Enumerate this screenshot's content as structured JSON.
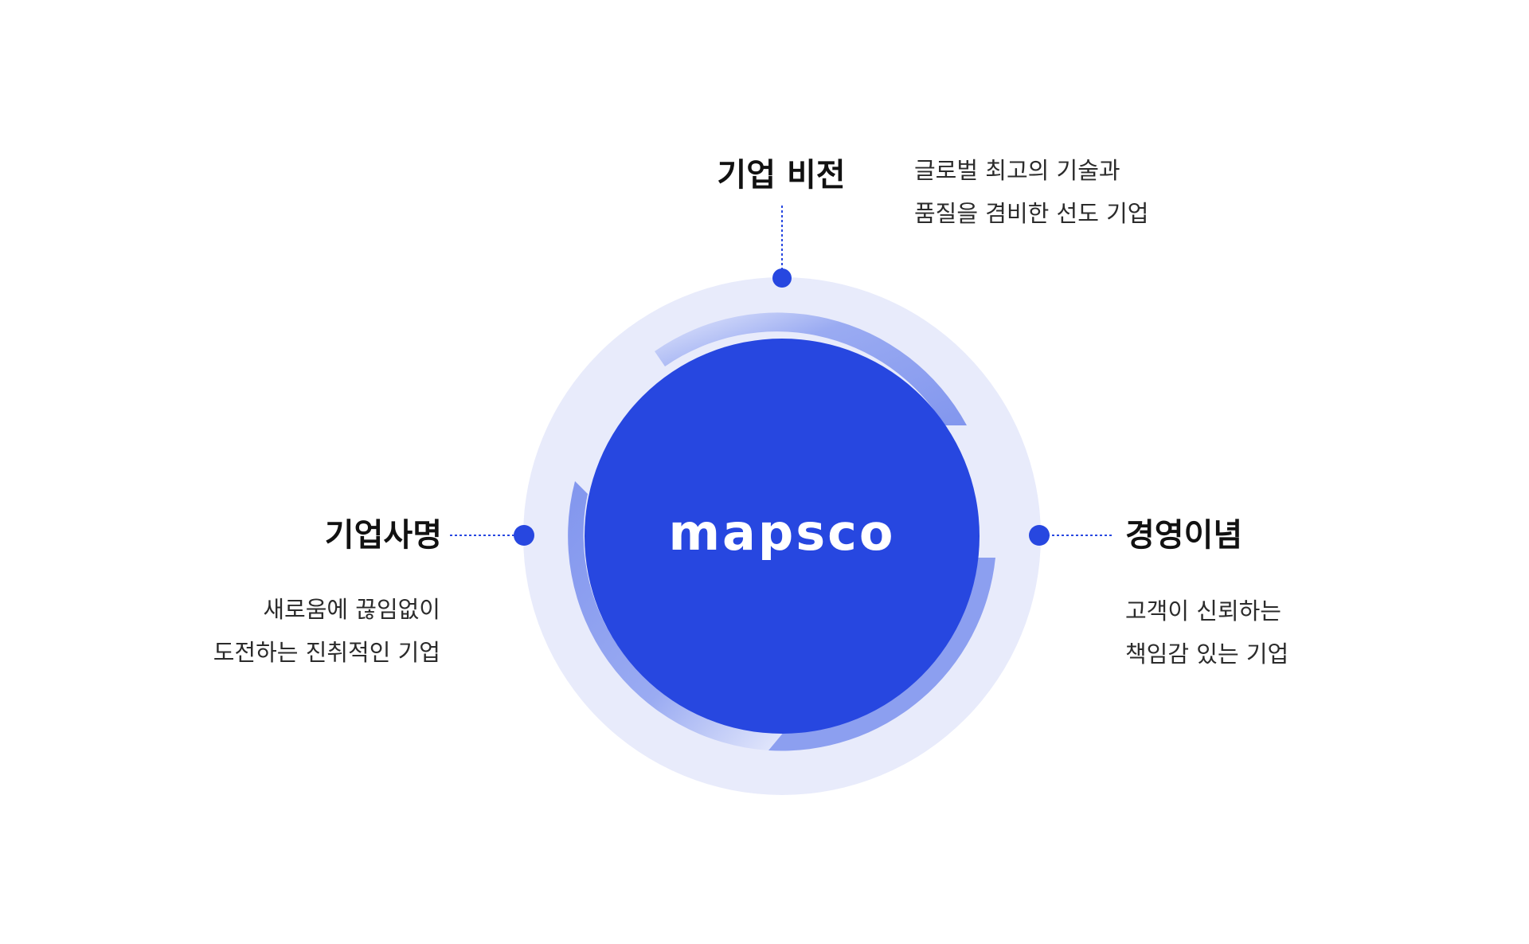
{
  "brand": {
    "logo_text": "mapsco",
    "primary_color": "#2747e0",
    "light_color": "#e8ebfb",
    "ring_color": "#8b9ef0"
  },
  "vision": {
    "title": "기업 비전",
    "lines": [
      "글로벌 최고의 기술과",
      "품질을 겸비한 선도 기업"
    ]
  },
  "mission": {
    "title": "기업사명",
    "lines": [
      "새로움에 끊임없이",
      "도전하는 진취적인 기업"
    ]
  },
  "philosophy": {
    "title": "경영이념",
    "lines": [
      "고객이 신뢰하는",
      "책임감 있는 기업"
    ]
  }
}
